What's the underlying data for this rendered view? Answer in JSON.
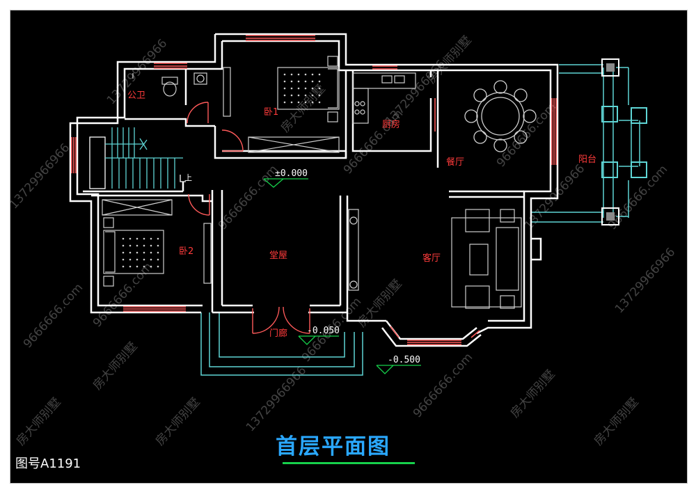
{
  "title": "首层平面图",
  "drawing_number": "图号A1191",
  "rooms": {
    "bathroom": "公卫",
    "bedroom1": "卧1",
    "kitchen": "厨房",
    "dining": "餐厅",
    "balcony": "阳台",
    "bedroom2": "卧2",
    "hall": "堂屋",
    "living": "客厅",
    "porch": "门廊"
  },
  "levels": {
    "main_floor": "±0.000",
    "porch": "-0.050",
    "ground": "-0.500"
  },
  "stair_label": "上",
  "watermarks": [
    "13729966966",
    "9666666.com",
    "房大师别墅"
  ],
  "colors": {
    "background": "#000000",
    "wall": "#ffffff",
    "window": "#ff5a5a",
    "fixture": "#cfcfcf",
    "step": "#5fd6d6",
    "room_label": "#ff3b3b",
    "title": "#2aa8ff",
    "title_underline": "#16d04b"
  }
}
